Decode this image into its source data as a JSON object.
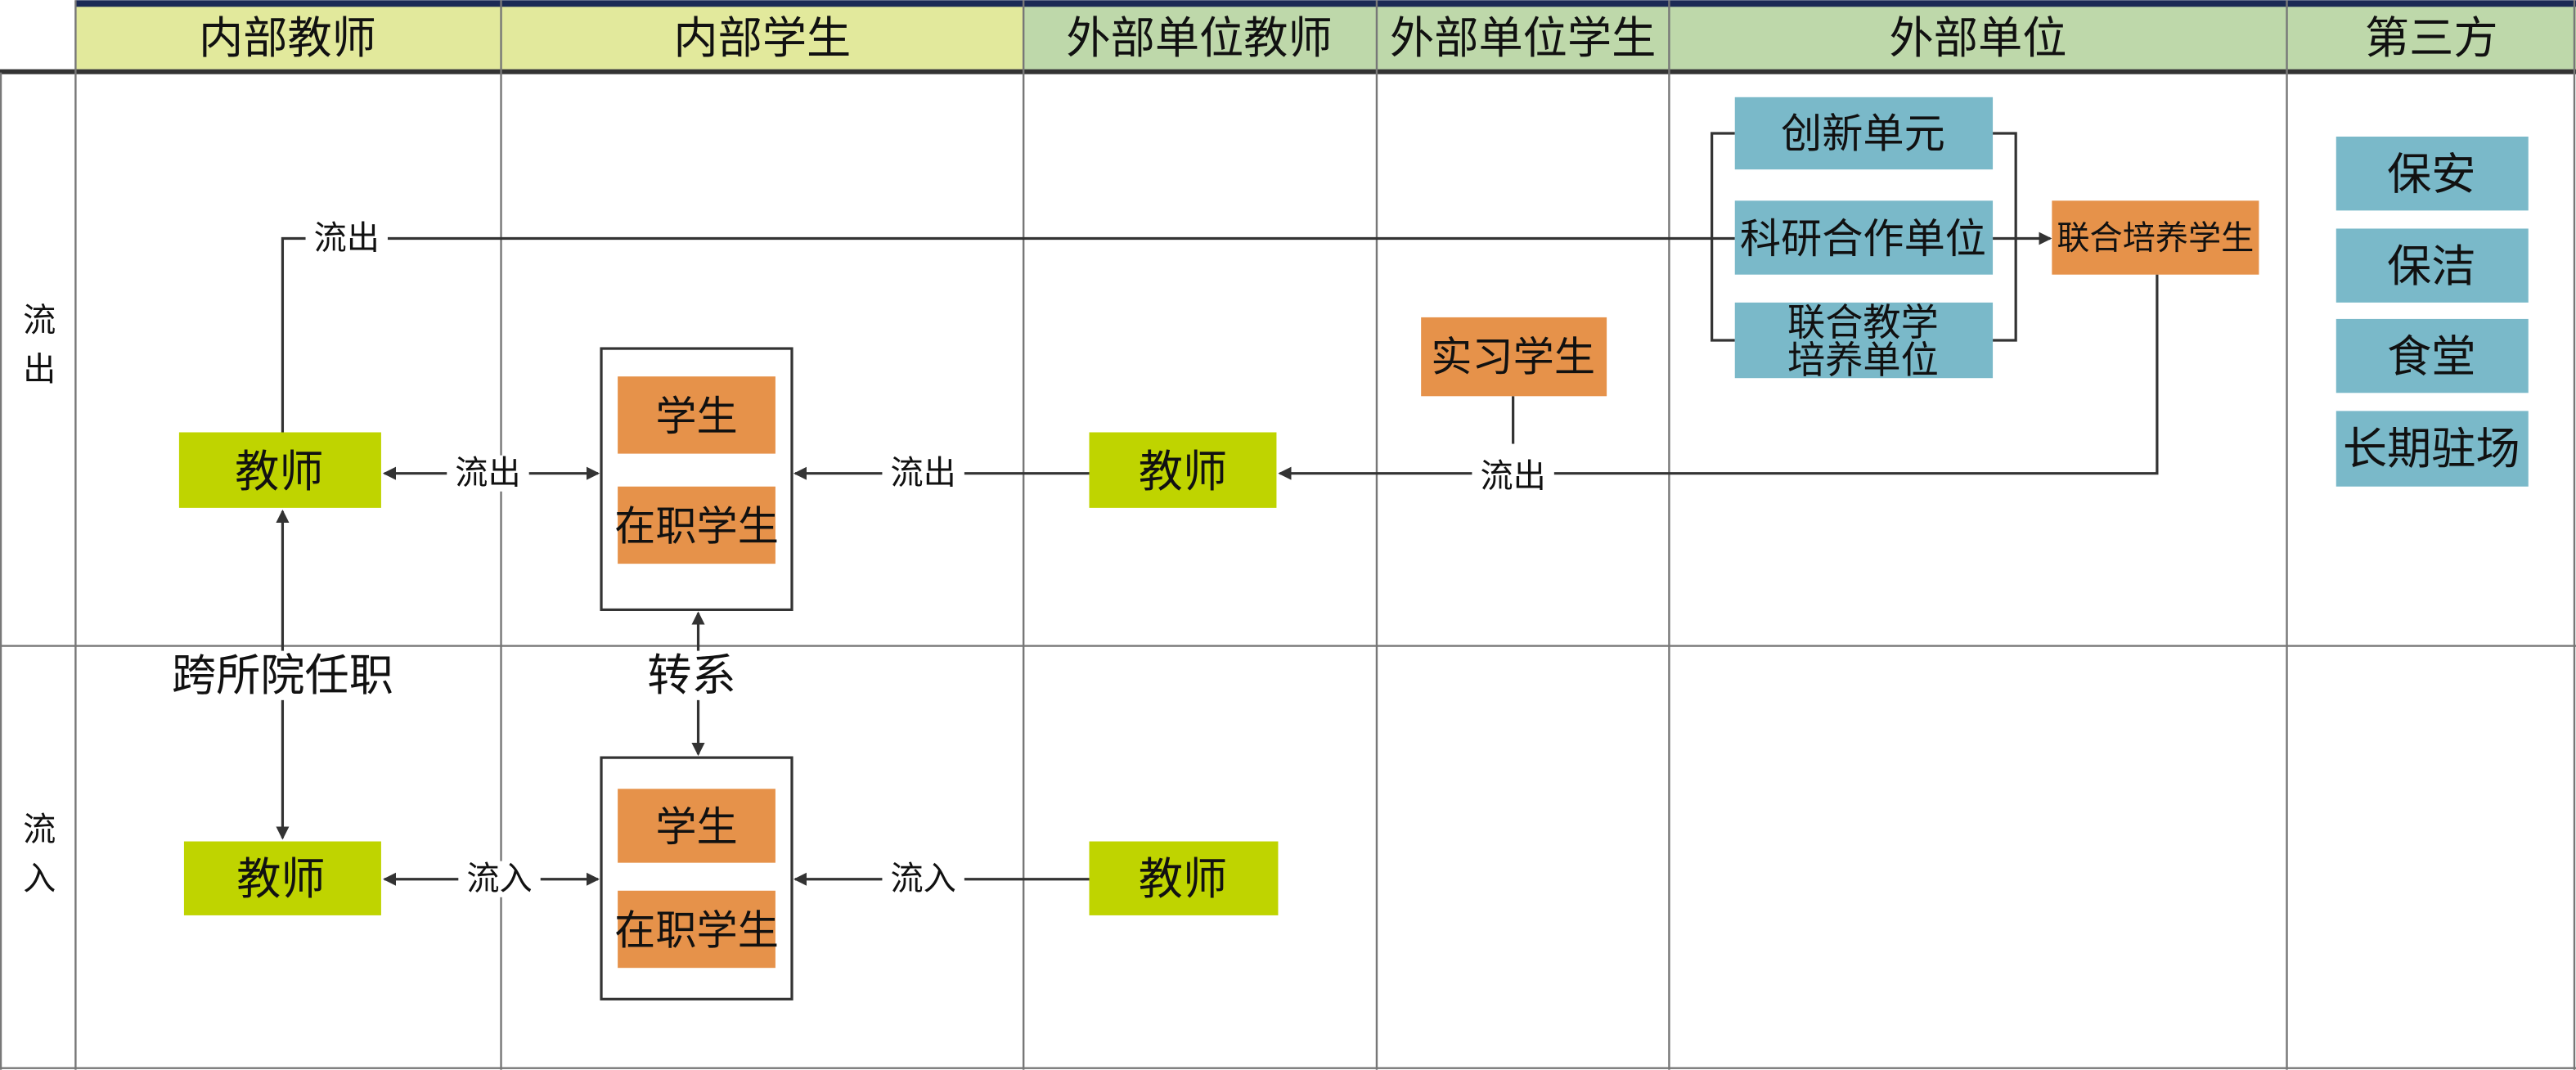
{
  "columns": [
    "内部教师",
    "内部学生",
    "外部单位教师",
    "外部单位学生",
    "外部单位",
    "第三方"
  ],
  "rows": {
    "outflow": "流出",
    "inflow": "流入"
  },
  "colors": {
    "header_internal": "#e2e99c",
    "header_external": "#bed8aa",
    "teacher": "#bfd400",
    "student": "#e6924a",
    "unit": "#7ab9c9",
    "line": "#333333"
  },
  "outflow": {
    "internal_teacher": "教师",
    "student": "学生",
    "employed_student": "在职学生",
    "external_teacher": "教师",
    "intern_student": "实习学生",
    "units": [
      "创新单元",
      "科研合作单位",
      "联合教学培养单位"
    ],
    "unit_3_lines": [
      "联合教学",
      "培养单位"
    ],
    "joint_student": "联合培养学生",
    "third_party": [
      "保安",
      "保洁",
      "食堂",
      "长期驻场"
    ],
    "labels": {
      "top": "流出",
      "teacher_student": "流出",
      "ext_teacher_student": "流出",
      "ext_to_teacher": "流出"
    }
  },
  "transfer": {
    "cross_institute": "跨所院任职",
    "change_major": "转系"
  },
  "inflow": {
    "internal_teacher": "教师",
    "student": "学生",
    "employed_student": "在职学生",
    "external_teacher": "教师",
    "labels": {
      "teacher_student": "流入",
      "ext_teacher_student": "流入"
    }
  }
}
